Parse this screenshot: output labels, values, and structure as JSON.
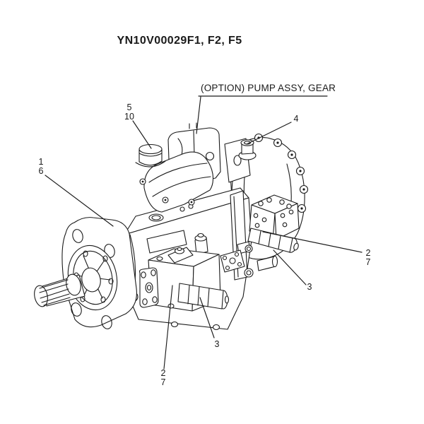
{
  "title": "YN10V00029F1, F2, F5",
  "option_label": "(OPTION) PUMP ASSY, GEAR",
  "callouts": {
    "five_ten": {
      "lines": [
        "5",
        "10"
      ]
    },
    "four": {
      "lines": [
        "4"
      ]
    },
    "one_six": {
      "lines": [
        "1",
        "6"
      ]
    },
    "two_seven_right": {
      "lines": [
        "2",
        "7"
      ]
    },
    "three_right": {
      "lines": [
        "3"
      ]
    },
    "three_bottom": {
      "lines": [
        "3"
      ]
    },
    "two_seven_bottom": {
      "lines": [
        "2",
        "7"
      ]
    }
  },
  "colors": {
    "ink": "#1b1b1b",
    "paper": "#ffffff"
  }
}
